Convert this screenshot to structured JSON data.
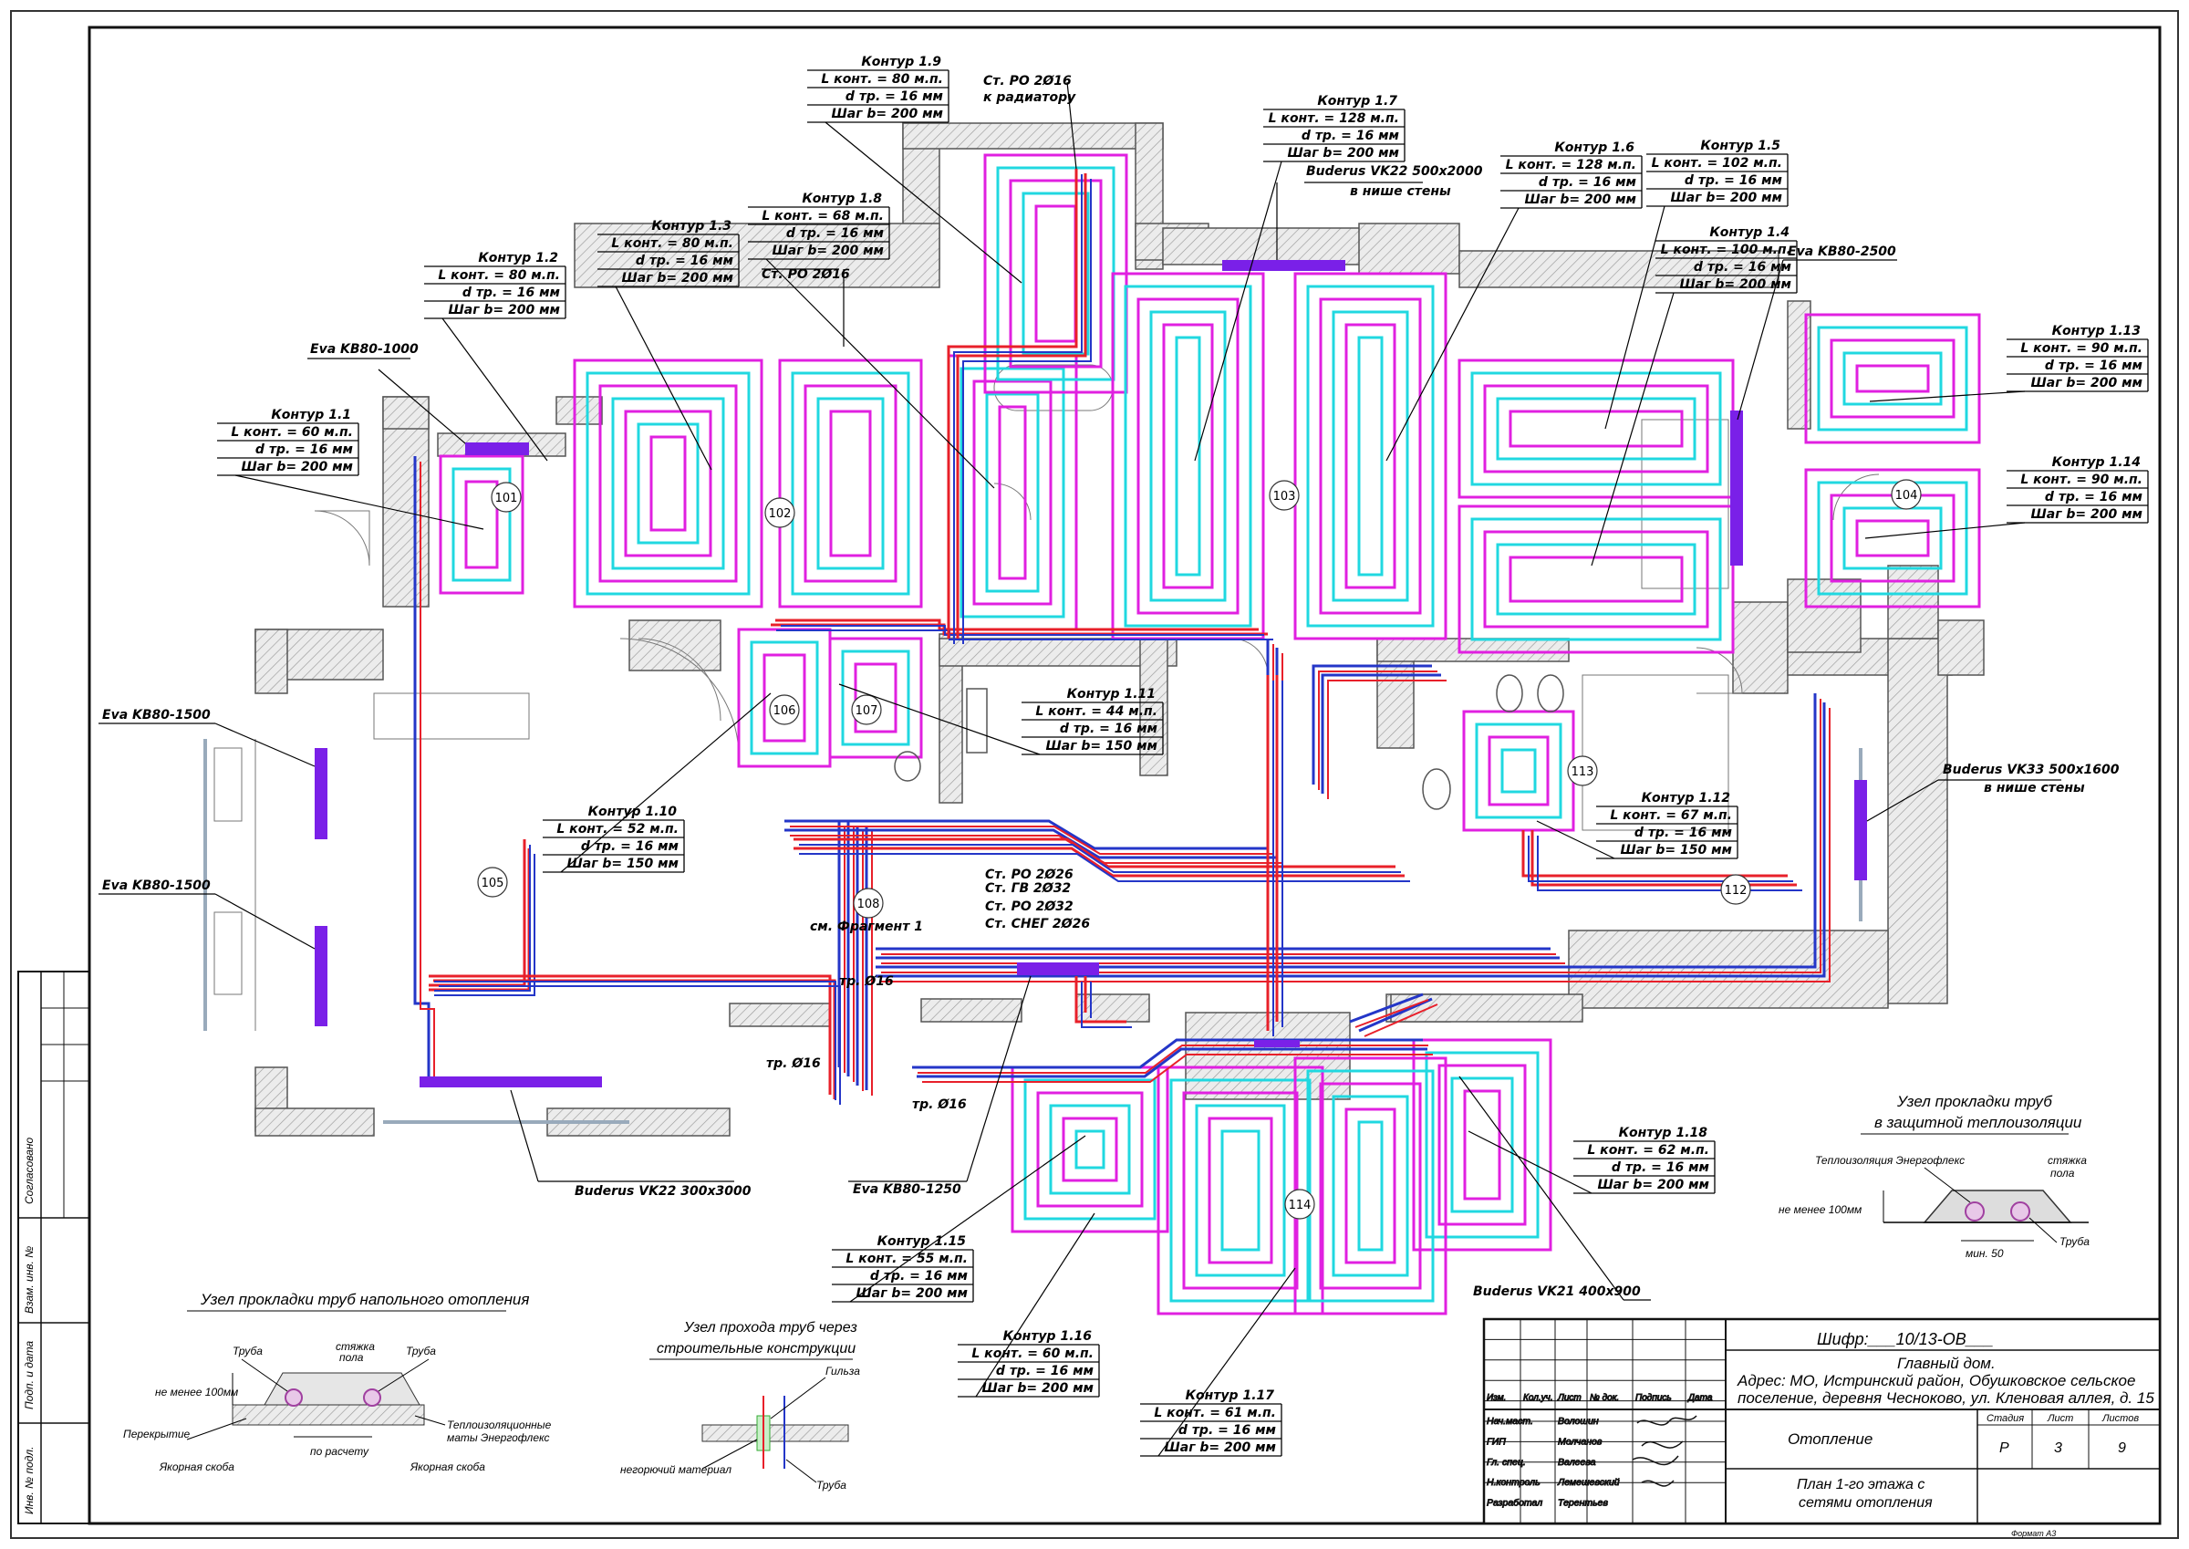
{
  "contours": [
    {
      "title": "Контур 1.1",
      "l": "L конт. = 60 м.п.",
      "d": "d тр. = 16 мм",
      "s": "Шаг b= 200 мм"
    },
    {
      "title": "Контур 1.2",
      "l": "L конт. = 80 м.п.",
      "d": "d тр. = 16 мм",
      "s": "Шаг b= 200 мм"
    },
    {
      "title": "Контур 1.3",
      "l": "L конт. = 80 м.п.",
      "d": "d тр. = 16 мм",
      "s": "Шаг b= 200 мм"
    },
    {
      "title": "Контур 1.8",
      "l": "L конт. = 68 м.п.",
      "d": "d тр. = 16 мм",
      "s": "Шаг b= 200 мм"
    },
    {
      "title": "Контур 1.9",
      "l": "L конт. = 80 м.п.",
      "d": "d тр. = 16 мм",
      "s": "Шаг b= 200 мм"
    },
    {
      "title": "Контур 1.7",
      "l": "L конт. = 128 м.п.",
      "d": "d тр. = 16 мм",
      "s": "Шаг b= 200 мм"
    },
    {
      "title": "Контур 1.6",
      "l": "L конт. = 128 м.п.",
      "d": "d тр. = 16 мм",
      "s": "Шаг b= 200 мм"
    },
    {
      "title": "Контур 1.5",
      "l": "L конт. = 102 м.п.",
      "d": "d тр. = 16 мм",
      "s": "Шаг b= 200 мм"
    },
    {
      "title": "Контур 1.4",
      "l": "L конт. = 100 м.п.",
      "d": "d тр. = 16 мм",
      "s": "Шаг b= 200 мм"
    },
    {
      "title": "Контур 1.13",
      "l": "L конт. = 90 м.п.",
      "d": "d тр. = 16 мм",
      "s": "Шаг b= 200 мм"
    },
    {
      "title": "Контур 1.14",
      "l": "L конт. = 90 м.п.",
      "d": "d тр. = 16 мм",
      "s": "Шаг b= 200 мм"
    },
    {
      "title": "Контур 1.11",
      "l": "L конт. = 44 м.п.",
      "d": "d тр. = 16 мм",
      "s": "Шаг b= 150 мм"
    },
    {
      "title": "Контур 1.10",
      "l": "L конт. = 52 м.п.",
      "d": "d тр. = 16 мм",
      "s": "Шаг b= 150 мм"
    },
    {
      "title": "Контур 1.12",
      "l": "L конт. = 67 м.п.",
      "d": "d тр. = 16 мм",
      "s": "Шаг b= 150 мм"
    },
    {
      "title": "Контур 1.18",
      "l": "L конт. = 62 м.п.",
      "d": "d тр. = 16 мм",
      "s": "Шаг b= 200 мм"
    },
    {
      "title": "Контур 1.15",
      "l": "L конт. = 55 м.п.",
      "d": "d тр. = 16 мм",
      "s": "Шаг b= 200 мм"
    },
    {
      "title": "Контур 1.16",
      "l": "L конт. = 60 м.п.",
      "d": "d тр. = 16 мм",
      "s": "Шаг b= 200 мм"
    },
    {
      "title": "Контур 1.17",
      "l": "L конт. = 61 м.п.",
      "d": "d тр. = 16 мм",
      "s": "Шаг b= 200 мм"
    }
  ],
  "labels": {
    "eva_1000": "Eva KB80-1000",
    "eva_1500_a": "Eva KB80-1500",
    "eva_1500_b": "Eva KB80-1500",
    "eva_2500": "Eva KB80-2500",
    "eva_1250": "Eva KB80-1250",
    "vk22_top": "Buderus VK22 500x2000",
    "vk22_top_sub": "в нише стены",
    "vk33": "Buderus VK33 500x1600",
    "vk33_sub": "в нише стены",
    "vk22_bottom": "Buderus VK22 300x3000",
    "vk21": "Buderus VK21 400x900",
    "st_po_radiator": "Ст. РО 2Ø16",
    "st_po_radiator_sub": "к радиатору",
    "st_po_2": "Ст. РО 2Ø16",
    "st_po_32": "Ст. РО 2Ø32",
    "st_sneg": "Ст. СНЕГ 2Ø26",
    "st_a": "Ст. РО 2Ø26",
    "st_b": "Ст. ГВ 2Ø32",
    "fragment": "см. Фрагмент 1",
    "tr16_a": "тр. Ø16",
    "tr16_b": "тр. Ø16",
    "tr16_c": "тр. Ø16"
  },
  "rooms": [
    "101",
    "102",
    "103",
    "104",
    "105",
    "106",
    "107",
    "108",
    "112",
    "113",
    "114"
  ],
  "detail_right": {
    "title": "Узел прокладки труб",
    "subtitle": "в защитной теплоизоляции",
    "insulation": "Теплоизоляция Энергофлекс",
    "screed": "стяжка",
    "screed2": "пола",
    "min100": "не менее 100мм",
    "pipe": "Труба",
    "min50": "мин. 50"
  },
  "detail_left": {
    "title": "Узел прокладки труб напольного отопления",
    "pipe_l": "Труба",
    "pipe_r": "Труба",
    "screed": "стяжка",
    "screed2": "пола",
    "min100": "не менее 100мм",
    "slab": "Перекрытие",
    "mats": "Теплоизоляционные",
    "mats2": "маты Энергофлекс",
    "anchor_l": "Якорная скоба",
    "anchor_r": "Якорная скоба",
    "calc": "по расчету"
  },
  "detail_mid": {
    "title": "Узел прохода труб через",
    "subtitle": "строительные конструкции",
    "sleeve": "Гильза",
    "material": "негорючий материал",
    "pipe": "Труба"
  },
  "side_stamps": {
    "agreed": "Согласовано",
    "inv_replace": "Взам. инв. №",
    "sign_date": "Подп. и дата",
    "inv_orig": "Инв. № подл."
  },
  "title_block": {
    "code": "Шифр:___10/13-ОВ___",
    "project": "Главный дом.",
    "address1": "Адрес: МО, Истринский район, Обушковское сельское",
    "address2": "поселение, деревня Чесноково, ул. Кленовая аллея, д. 15",
    "headers": [
      "Изм.",
      "Кол.уч.",
      "Лист",
      "№ док.",
      "Подпись",
      "Дата"
    ],
    "roles": [
      "Нач.маст.",
      "ГИП",
      "Гл. спец.",
      "Н.контроль",
      "Разработал"
    ],
    "names": [
      "Волошин",
      "Молчанов",
      "Валеева",
      "Лемешевский",
      "Терентьев"
    ],
    "section": "Отопление",
    "sheet_title1": "План 1-го этажа с",
    "sheet_title2": "сетями отопления",
    "stage_h": "Стадия",
    "sheet_h": "Лист",
    "sheets_h": "Листов",
    "stage": "Р",
    "sheet": "3",
    "sheets": "9",
    "format": "Формат А3"
  },
  "colors": {
    "supply": "#e8202a",
    "return": "#2436c8",
    "loop_a": "#e020e0",
    "loop_b": "#20d8e0",
    "radiator": "#7a20e8",
    "wall": "#d8d8d8"
  }
}
